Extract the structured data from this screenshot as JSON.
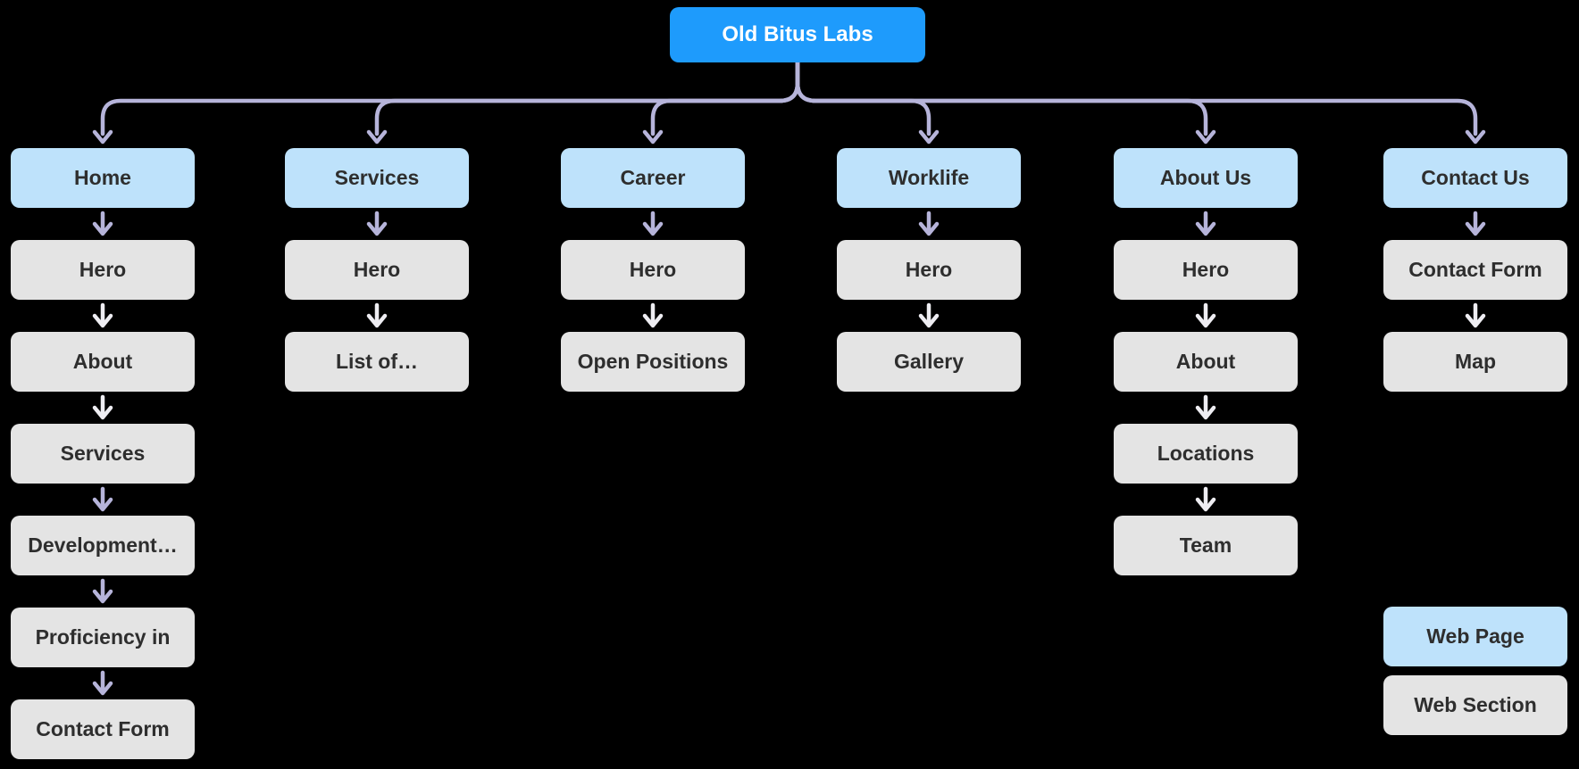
{
  "diagram": {
    "root": {
      "label": "Old Bitus Labs"
    },
    "columns": [
      {
        "page": "Home",
        "sections": [
          {
            "label": "Hero",
            "arrow": "purple"
          },
          {
            "label": "About",
            "arrow": "light"
          },
          {
            "label": "Services",
            "arrow": "light"
          },
          {
            "label": "Development…",
            "arrow": "purple"
          },
          {
            "label": "Proficiency in",
            "arrow": "purple"
          },
          {
            "label": "Contact Form",
            "arrow": "purple"
          }
        ]
      },
      {
        "page": "Services",
        "sections": [
          {
            "label": "Hero",
            "arrow": "purple"
          },
          {
            "label": "List of…",
            "arrow": "light"
          }
        ]
      },
      {
        "page": "Career",
        "sections": [
          {
            "label": "Hero",
            "arrow": "purple"
          },
          {
            "label": "Open Positions",
            "arrow": "light"
          }
        ]
      },
      {
        "page": "Worklife",
        "sections": [
          {
            "label": "Hero",
            "arrow": "purple"
          },
          {
            "label": "Gallery",
            "arrow": "light"
          }
        ]
      },
      {
        "page": "About Us",
        "sections": [
          {
            "label": "Hero",
            "arrow": "purple"
          },
          {
            "label": "About",
            "arrow": "light"
          },
          {
            "label": "Locations",
            "arrow": "light"
          },
          {
            "label": "Team",
            "arrow": "light"
          }
        ]
      },
      {
        "page": "Contact Us",
        "sections": [
          {
            "label": "Contact Form",
            "arrow": "purple"
          },
          {
            "label": "Map",
            "arrow": "light"
          }
        ]
      }
    ],
    "legend": [
      {
        "label": "Web Page",
        "type": "page"
      },
      {
        "label": "Web Section",
        "type": "section"
      }
    ],
    "colors": {
      "background": "#000000",
      "root_fill": "#1E9BFC",
      "root_text": "#FFFFFF",
      "page_fill": "#BEE2FB",
      "section_fill": "#E4E4E4",
      "node_text": "#2E2E2E",
      "arrow_purple": "#B6B4DA",
      "arrow_light": "#EEEDF2"
    }
  }
}
